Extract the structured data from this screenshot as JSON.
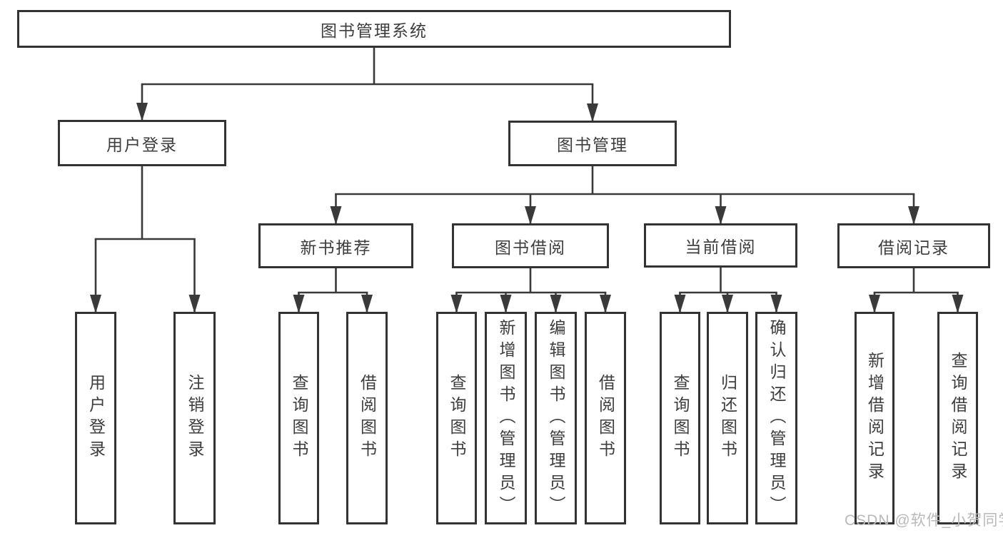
{
  "watermark": "CSDN @软件_小贺同学",
  "colors": {
    "line": "#3a3a3a",
    "box_border": "#333333",
    "text": "#3d3d3d",
    "watermark": "#b9b9b9",
    "background": "#ffffff"
  },
  "labels": {
    "root": "图书管理系统",
    "user-login-group": "用户登录",
    "book-mgmt": "图书管理",
    "user-login": "用户登录",
    "logout": "注销登录",
    "new-book": "新书推荐",
    "book-borrow": "图书借阅",
    "current-borrow": "当前借阅",
    "borrow-records": "借阅记录",
    "nb-query": "查询图书",
    "nb-borrow": "借阅图书",
    "bb-query": "查询图书",
    "bb-add": "新增图书（管理员）",
    "bb-edit": "编辑图书（管理员）",
    "bb-borrow": "借阅图书",
    "cb-query": "查询图书",
    "cb-return": "归还图书",
    "cb-confirm": "确认归还（管理员）",
    "br-add": "新增借阅记录",
    "br-query": "查询借阅记录"
  },
  "tree": {
    "id": "root",
    "children": [
      {
        "id": "user-login-group",
        "children": [
          {
            "id": "user-login"
          },
          {
            "id": "logout"
          }
        ]
      },
      {
        "id": "book-mgmt",
        "children": [
          {
            "id": "new-book",
            "children": [
              {
                "id": "nb-query"
              },
              {
                "id": "nb-borrow"
              }
            ]
          },
          {
            "id": "book-borrow",
            "children": [
              {
                "id": "bb-query"
              },
              {
                "id": "bb-add"
              },
              {
                "id": "bb-edit"
              },
              {
                "id": "bb-borrow"
              }
            ]
          },
          {
            "id": "current-borrow",
            "children": [
              {
                "id": "cb-query"
              },
              {
                "id": "cb-return"
              },
              {
                "id": "cb-confirm"
              }
            ]
          },
          {
            "id": "borrow-records",
            "children": [
              {
                "id": "br-add"
              },
              {
                "id": "br-query"
              }
            ]
          }
        ]
      }
    ]
  }
}
